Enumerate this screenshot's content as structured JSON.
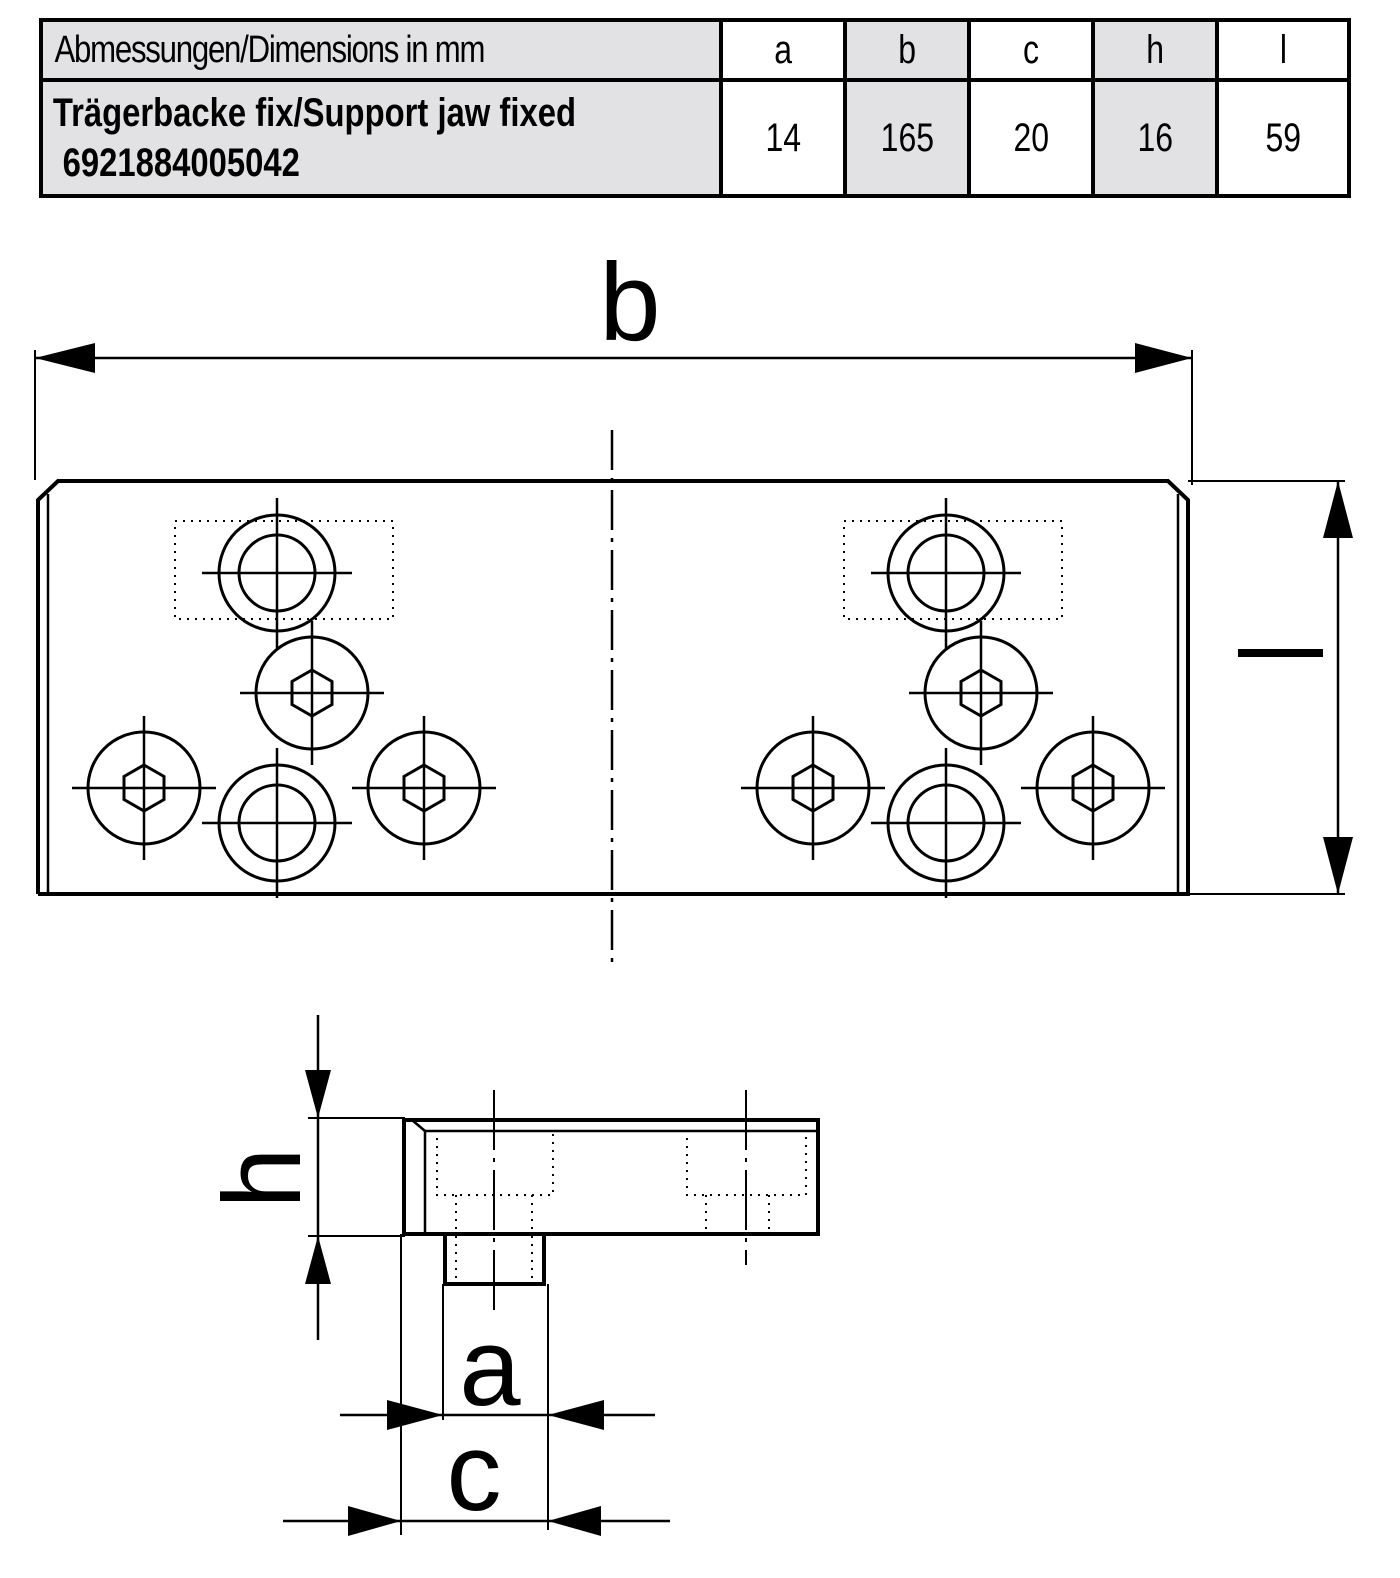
{
  "table": {
    "header_label": "Abmessungen/Dimensions in mm",
    "columns": [
      "a",
      "b",
      "c",
      "h",
      "l"
    ],
    "rows": [
      {
        "name": "Trägerbacke fix/Support jaw fixed",
        "article_number": "6921884005042",
        "values": [
          "14",
          "165",
          "20",
          "16",
          "59"
        ]
      }
    ],
    "colors": {
      "shaded": "#e2e2e4",
      "plain": "#ffffff",
      "border": "#000000"
    }
  },
  "drawing": {
    "top_view": {
      "dimension_labels": {
        "width": "b",
        "depth": "l"
      },
      "hole_patterns": 2,
      "features_per_pattern": [
        "counterbore-hole",
        "counterbore-hole",
        "hex-socket-screw",
        "hex-socket-screw",
        "hex-socket-screw"
      ]
    },
    "side_view": {
      "dimension_labels": {
        "height": "h",
        "stud_width": "a",
        "overall_width": "c"
      }
    }
  }
}
